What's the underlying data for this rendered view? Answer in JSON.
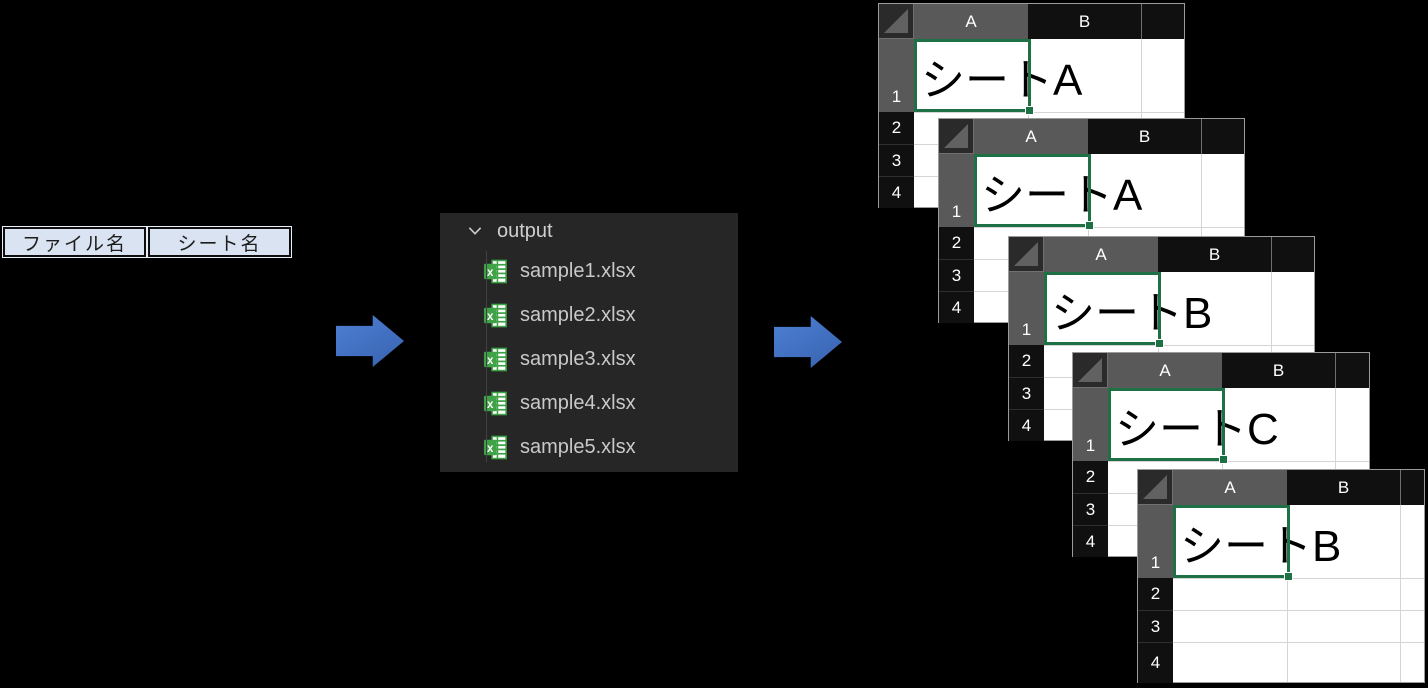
{
  "diagram": {
    "mapping_table": {
      "cells": [
        "ファイル名",
        "シート名"
      ]
    },
    "flow_arrow_color": "#4472C4"
  },
  "explorer": {
    "folder_label": "output",
    "folder_expanded": true,
    "files": [
      "sample1.xlsx",
      "sample2.xlsx",
      "sample3.xlsx",
      "sample4.xlsx",
      "sample5.xlsx"
    ]
  },
  "spreadsheet": {
    "column_headers": [
      "A",
      "B"
    ],
    "row_headers": [
      "1",
      "2",
      "3",
      "4"
    ],
    "selected_cell": "A1",
    "windows": [
      {
        "a1_value": "シートA"
      },
      {
        "a1_value": "シートA"
      },
      {
        "a1_value": "シートB"
      },
      {
        "a1_value": "シートC"
      },
      {
        "a1_value": "シートB"
      }
    ]
  },
  "colors": {
    "selection_green": "#1E7145",
    "selected_header_gray": "#595959",
    "header_black": "#101010",
    "excel_icon_green": "#3FA247",
    "arrow_blue": "#4472C4",
    "table_cell_blue": "#D9E3F1"
  }
}
